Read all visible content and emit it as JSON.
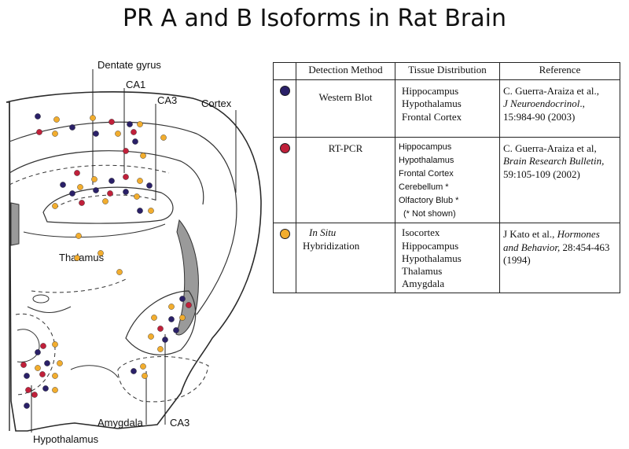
{
  "title": "PR A and B Isoforms in Rat Brain",
  "colors": {
    "western_blot": "#2a2068",
    "rt_pcr": "#c0203a",
    "in_situ": "#f2ad2e"
  },
  "diagram_labels": {
    "dentate_gyrus": "Dentate gyrus",
    "ca1": "CA1",
    "ca3_top": "CA3",
    "cortex": "Cortex",
    "thalamus": "Thalamus",
    "amygdala": "Amygdala",
    "ca3_bottom": "CA3",
    "hypothalamus": "Hypothalamus"
  },
  "table": {
    "headers": {
      "method": "Detection Method",
      "tissue": "Tissue Distribution",
      "reference": "Reference"
    },
    "rows": [
      {
        "marker": "dark-blue-dot",
        "method": "Western Blot",
        "tissues": [
          "Hippocampus",
          "Hypothalamus",
          "Frontal Cortex"
        ],
        "ref_line1": "C. Guerra-Araiza et al.,",
        "ref_journal": "J Neuroendocrinol",
        "ref_line3": "15:984-90 (2003)"
      },
      {
        "marker": "red-dot",
        "method": "RT-PCR",
        "tissues": [
          "Hippocampus",
          "Hypothalamus",
          "Frontal Cortex",
          "Cerebellum *",
          "Olfactory Blub *"
        ],
        "note": "(* Not shown)",
        "ref_line1": "C. Guerra-Araiza et al,",
        "ref_journal": "Brain Research Bulletin,",
        "ref_line3": "59:105-109 (2002)"
      },
      {
        "marker": "yellow-dot",
        "method_line1": "In Situ",
        "method_line2": "Hybridization",
        "tissues": [
          "Isocortex",
          "Hippocampus",
          "Hypothalamus",
          "Thalamus",
          "Amygdala"
        ],
        "ref_authors": "J Kato et al.,",
        "ref_journal_a": "Hormones",
        "ref_journal_b": "and Behavior,",
        "ref_pages": "28:454-463",
        "ref_year": "(1994)"
      }
    ]
  }
}
